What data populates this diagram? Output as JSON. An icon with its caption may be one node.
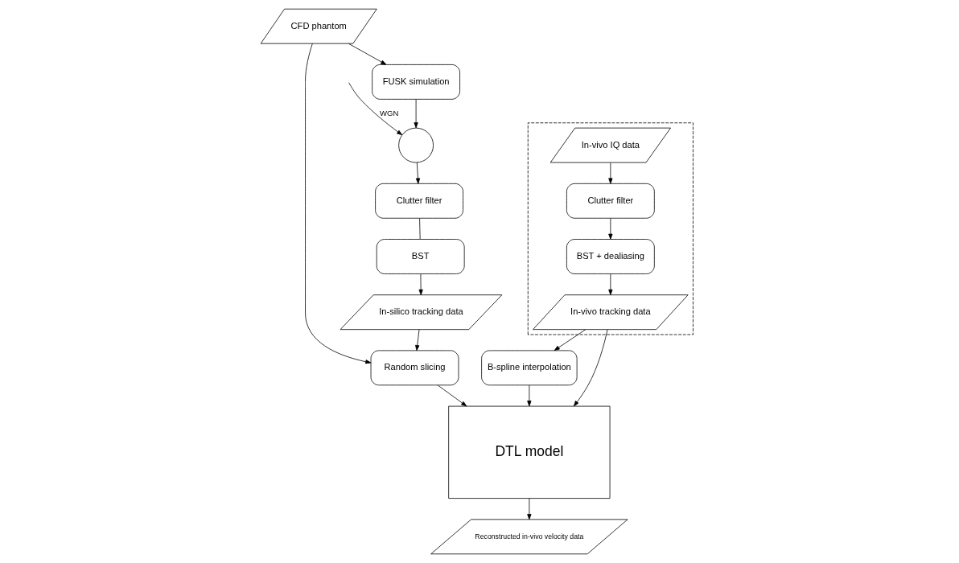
{
  "diagram": {
    "nodes": [
      {
        "text": [
          "CFD phantom"
        ]
      },
      {
        "text": [
          "FUSK simulation"
        ]
      },
      {
        "text": [],
        "shape": "circle"
      },
      {
        "text": [
          "Clutter filter"
        ]
      },
      {
        "text": [
          "BST"
        ]
      },
      {
        "text": [
          "In-silico tracking data"
        ]
      },
      {
        "text": [],
        "shape": "box"
      },
      {
        "text": [
          "In-vivo IQ data"
        ],
        "in": 6
      },
      {
        "text": [
          "Clutter filter"
        ],
        "in": 6
      },
      {
        "text": [
          "BST + dealiasing"
        ],
        "in": 6
      },
      {
        "text": [
          "In-vivo tracking data"
        ],
        "in": 6
      },
      {
        "text": [
          "B-spline interpolation"
        ]
      },
      {
        "text": [
          "Random slicing"
        ]
      },
      {
        "text": [
          "DTL model"
        ]
      },
      {
        "text": [
          "Reconstructed in-vivo velocity data"
        ]
      }
    ],
    "edges": [
      {
        "from": 0,
        "to": 1,
        "arrow": "to"
      },
      {
        "from": 1,
        "to": 2,
        "arrow": "to"
      },
      {
        "from": null,
        "to": 2,
        "arrow": "to",
        "label": "WGN"
      },
      {
        "from": 2,
        "to": 3,
        "arrow": "to"
      },
      {
        "from": 3,
        "to": 4,
        "arrow": "none"
      },
      {
        "from": 4,
        "to": 5,
        "arrow": "to"
      },
      {
        "from": 0,
        "to": 12,
        "arrow": "to"
      },
      {
        "from": 5,
        "to": 12,
        "arrow": "to"
      },
      {
        "from": 7,
        "to": 8,
        "arrow": "to"
      },
      {
        "from": 8,
        "to": 9,
        "arrow": "to"
      },
      {
        "from": 9,
        "to": 10,
        "arrow": "to"
      },
      {
        "from": 10,
        "to": 11,
        "arrow": "to"
      },
      {
        "from": 11,
        "to": 13,
        "arrow": "to"
      },
      {
        "from": 10,
        "to": 13,
        "arrow": "to"
      },
      {
        "from": 12,
        "to": 13,
        "arrow": "to"
      },
      {
        "from": 13,
        "to": 14,
        "arrow": "to"
      }
    ]
  }
}
